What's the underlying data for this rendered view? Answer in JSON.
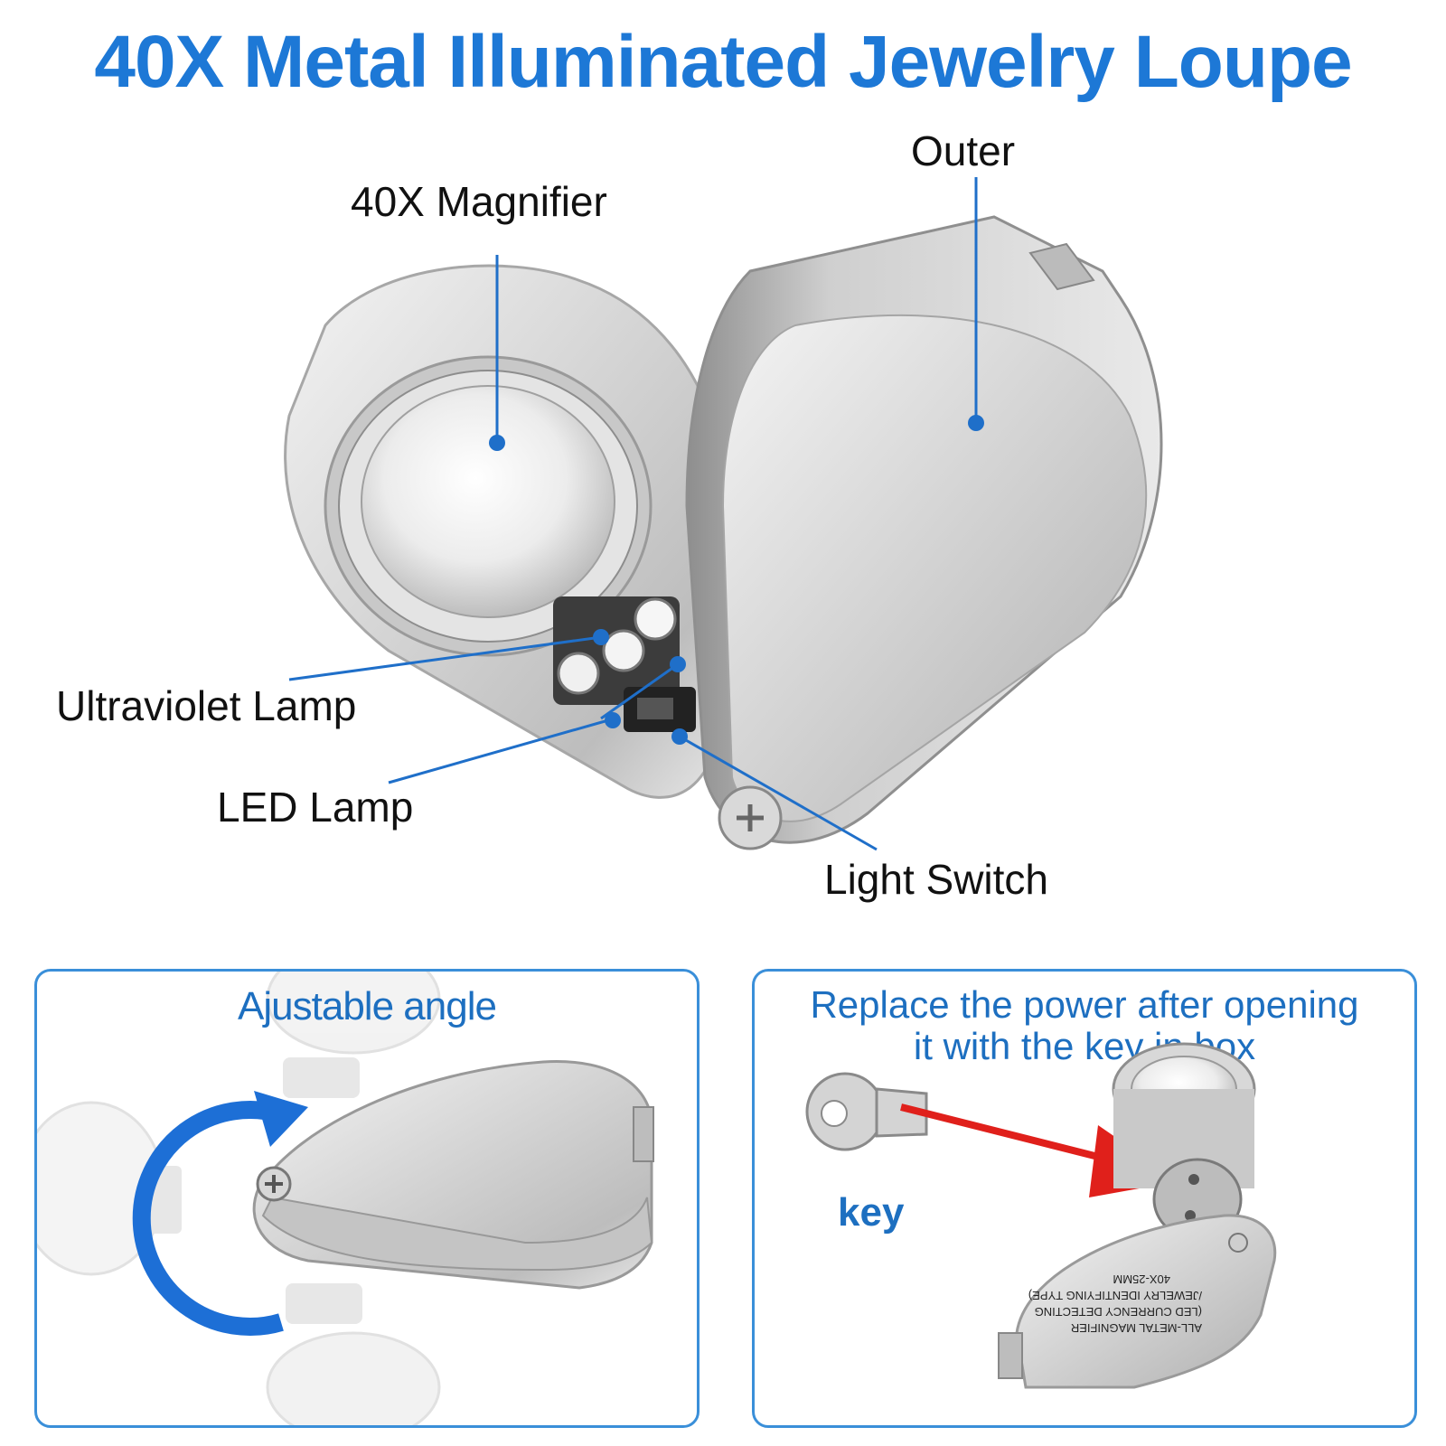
{
  "title": "40X Metal Illuminated Jewelry Loupe",
  "callouts": {
    "outer": "Outer",
    "magnifier": "40X Magnifier",
    "ultraviolet_lamp": "Ultraviolet Lamp",
    "led_lamp": "LED Lamp",
    "light_switch": "Light Switch"
  },
  "panels": {
    "angle": {
      "title": "Ajustable angle"
    },
    "power": {
      "title_line1": "Replace the power after opening",
      "title_line2": "it with the key in box",
      "key_label": "key",
      "engraving": [
        "ALL-METAL MAGNIFIER",
        "(LED CURRENCY DETECTING",
        "/JEWELRY IDENTIFYING TYPE)",
        "40X-25MM"
      ]
    }
  },
  "colors": {
    "accent": "#1d78d6",
    "callout_line": "#1f6fc9",
    "panel_border": "#3a8fd9",
    "arrow_red": "#e0201b"
  }
}
